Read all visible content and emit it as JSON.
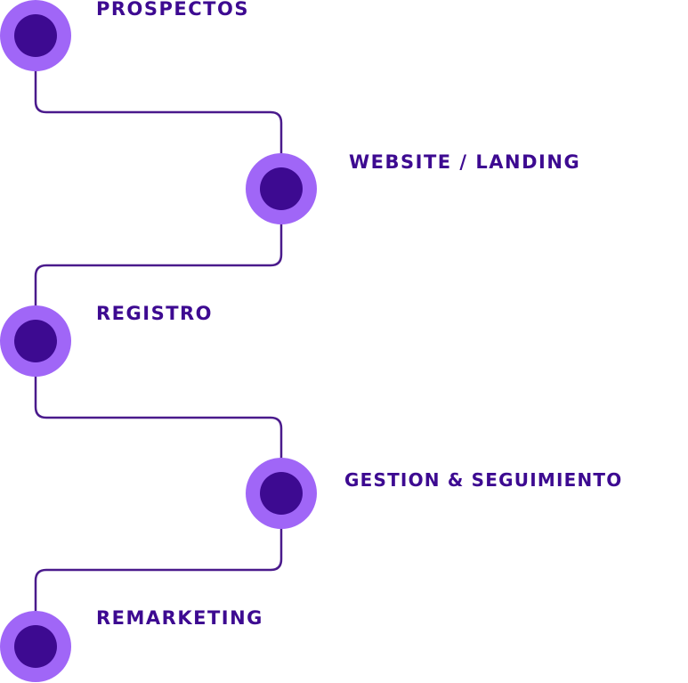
{
  "colors": {
    "connector": "#4a1a8c",
    "node_outer": "#a066f7",
    "node_inner": "#3d0a91",
    "label_text": "#3d0a91"
  },
  "steps": [
    {
      "label": "PROSPECTOS"
    },
    {
      "label": "WEBSITE / LANDING"
    },
    {
      "label": "REGISTRO"
    },
    {
      "label": "GESTION & SEGUIMIENTO"
    },
    {
      "label": "REMARKETING"
    }
  ]
}
